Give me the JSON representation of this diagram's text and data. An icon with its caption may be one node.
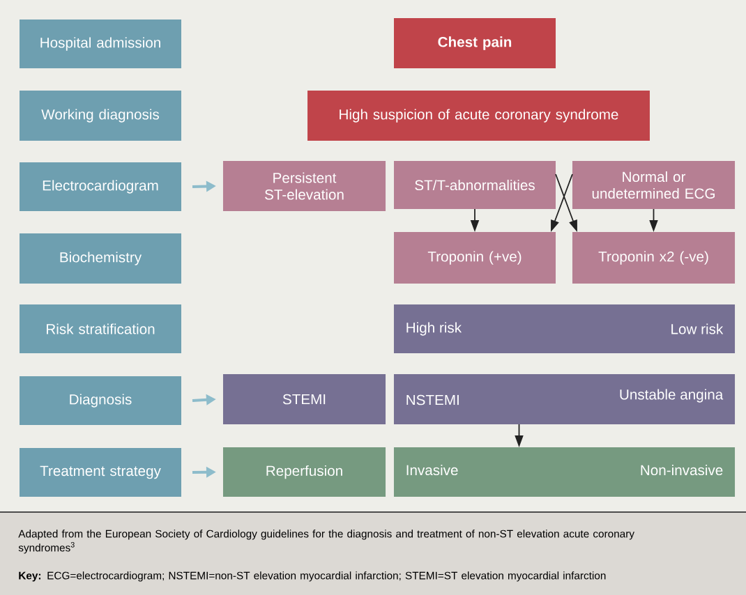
{
  "diagram": {
    "caption": "Adapted from the European Society of Cardiology guidelines for the diagnosis and treatment of non-ST elevation acute coronary syndromes$^{3}$",
    "nodes": [
      {
        "text": [
          "Hospital admission"
        ]
      },
      {
        "text": [
          "Working diagnosis"
        ]
      },
      {
        "text": [
          "Electrocardiogram"
        ]
      },
      {
        "text": [
          "Biochemistry"
        ]
      },
      {
        "text": [
          "Risk stratification"
        ]
      },
      {
        "text": [
          "Diagnosis"
        ]
      },
      {
        "text": [
          "Treatment strategy"
        ]
      },
      {
        "text": [
          "Chest pain"
        ]
      },
      {
        "text": [
          "High suspicion of acute coronary syndrome"
        ]
      },
      {
        "text": [
          "Persistent ST-elevation"
        ]
      },
      {
        "text": [
          "ST/T-abnormalities"
        ]
      },
      {
        "text": [
          "Normal or undetermined ECG"
        ]
      },
      {
        "text": [
          "Troponin (+ve)"
        ]
      },
      {
        "text": [
          "Troponin x2 (-ve)"
        ]
      },
      {
        "text": [
          "High risk",
          "Low risk"
        ]
      },
      {
        "text": [
          "STEMI"
        ]
      },
      {
        "text": [
          "NSTEMI",
          "Unstable angina"
        ]
      },
      {
        "text": [
          "Reperfusion"
        ]
      },
      {
        "text": [
          "Invasive",
          "Non-invasive"
        ]
      }
    ],
    "edges": [
      {
        "from": 2,
        "to": 9,
        "arrow": "to",
        "color": "#8dbccb",
        "style": "thick"
      },
      {
        "from": 5,
        "to": 15,
        "arrow": "to",
        "color": "#8dbccb",
        "style": "thick"
      },
      {
        "from": 6,
        "to": 17,
        "arrow": "to",
        "color": "#8dbccb",
        "style": "thick"
      },
      {
        "from": 10,
        "to": 12,
        "arrow": "to"
      },
      {
        "from": 11,
        "to": 12,
        "arrow": "to"
      },
      {
        "from": 10,
        "to": 13,
        "arrow": "to"
      },
      {
        "from": 11,
        "to": 13,
        "arrow": "to"
      },
      {
        "from": 16,
        "to": 18,
        "arrow": "to"
      }
    ],
    "labels": [
      "**Key:** ECG=electrocardiogram; NSTEMI=non-ST elevation myocardial infarction; STEMI=ST elevation myocardial infarction"
    ]
  }
}
